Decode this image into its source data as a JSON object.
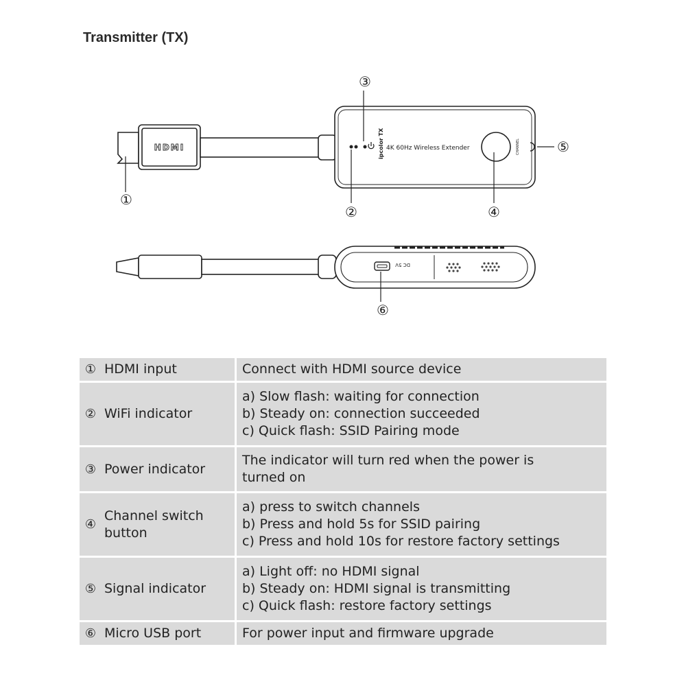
{
  "page": {
    "title": "Transmitter (TX)"
  },
  "device": {
    "hdmi_logo": "HDMI",
    "brand_label": "ipcolor TX",
    "model_label": "4K 60Hz Wireless Extender",
    "channel_label": "CHANNEL",
    "dc_label": "DC 5V"
  },
  "callouts": [
    "①",
    "②",
    "③",
    "④",
    "⑤",
    "⑥"
  ],
  "rows": [
    {
      "num": "①",
      "name": "HDMI input",
      "desc": [
        "Connect with HDMI source device"
      ]
    },
    {
      "num": "②",
      "name": "WiFi indicator",
      "desc": [
        "a) Slow flash: waiting for connection",
        "b) Steady on: connection succeeded",
        "c) Quick flash: SSID Pairing mode"
      ]
    },
    {
      "num": "③",
      "name": "Power indicator",
      "desc": [
        "The indicator will turn red when the power is",
        "turned on"
      ]
    },
    {
      "num": "④",
      "name": "Channel switch button",
      "desc": [
        "a) press to switch channels",
        "b) Press and hold 5s for SSID pairing",
        "c) Press and hold 10s for restore factory settings"
      ]
    },
    {
      "num": "⑤",
      "name": "Signal indicator",
      "desc": [
        "a) Light off: no HDMI signal",
        "b) Steady on: HDMI signal is transmitting",
        "c) Quick flash: restore factory settings"
      ]
    },
    {
      "num": "⑥",
      "name": "Micro USB port",
      "desc": [
        "For power input and firmware upgrade"
      ]
    }
  ]
}
